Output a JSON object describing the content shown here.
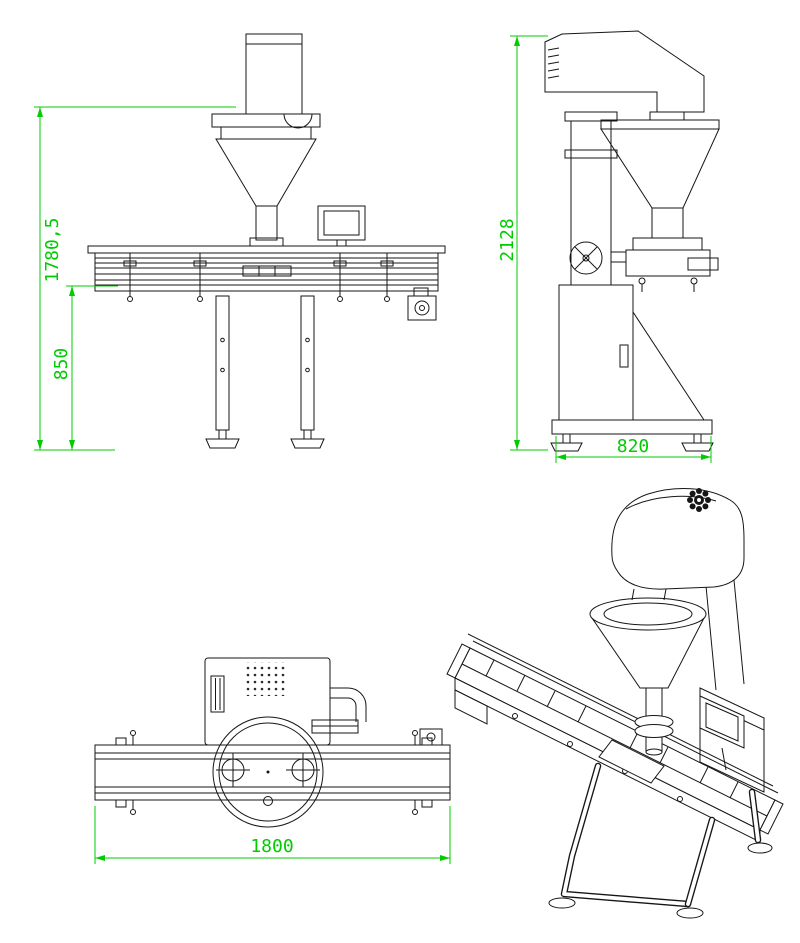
{
  "drawing": {
    "type": "technical-cad-drawing",
    "subject": "auger filling machine with conveyor - four views",
    "colors": {
      "line": "#161616",
      "dimension": "#00cc00",
      "background": "#ffffff"
    },
    "views": {
      "front": "front-elevation",
      "side": "side-elevation",
      "top": "plan-view",
      "isometric": "isometric-view"
    },
    "dimensions": {
      "front_total_height": "1780,5",
      "front_table_height": "850",
      "side_total_height": "2128",
      "side_base_depth": "820",
      "top_conveyor_length": "1800"
    }
  }
}
